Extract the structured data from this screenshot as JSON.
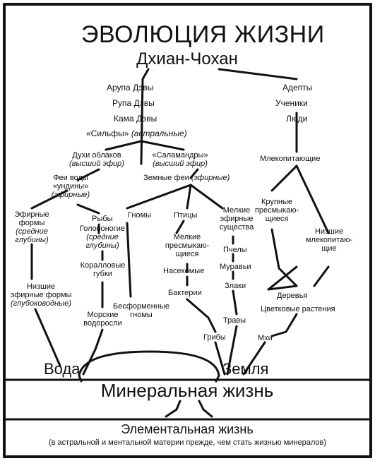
{
  "title": "ЭВОЛЮЦИЯ ЖИЗНИ",
  "root": "Дхиан-Чохан",
  "left_ranks": [
    {
      "name": "Арупа",
      "kind": "Дэвы"
    },
    {
      "name": "Рупа",
      "kind": "Дэвы"
    },
    {
      "name": "Кама",
      "kind": "Дэвы"
    }
  ],
  "sylphs": {
    "name": "«Сильфы»",
    "note": "(астральные)"
  },
  "cloud_spirits": {
    "name": "Духи облаков",
    "note": "(высший эфир)"
  },
  "salamanders": {
    "name": "«Саламандры»",
    "note": "(высший эфир)"
  },
  "earth_fairies": {
    "name": "Земные феи",
    "note": "(эфирные)"
  },
  "water_fairies": {
    "line1": "Феи воды",
    "line2": "«ундины»",
    "note": "(эфирные)"
  },
  "etheric_forms": {
    "line1": "Эфирные",
    "line2": "формы",
    "note1": "(средние",
    "note2": "глубины)"
  },
  "lower_etheric": {
    "line1": "Низшие",
    "line2": "эфирные формы",
    "note": "(глубоководные)"
  },
  "fish": "Рыбы",
  "cephalopods": {
    "name": "Головоногие",
    "note1": "(средние",
    "note2": "глубины)"
  },
  "corals": {
    "line1": "Коралловые",
    "line2": "губки"
  },
  "seaweed": {
    "line1": "Морские",
    "line2": "водоросли"
  },
  "gnomes": "Гномы",
  "formless_gnomes": {
    "line1": "Бесформенные",
    "line2": "гномы"
  },
  "birds": "Птицы",
  "small_reptiles": {
    "line1": "Мелкие",
    "line2": "пресмыкаю-",
    "line3": "щиеся"
  },
  "insects": "Насекомые",
  "bacteria": "Бактерии",
  "fungi": "Грибы",
  "small_etheric": {
    "line1": "Мелкие",
    "line2": "эфирные",
    "line3": "существа"
  },
  "bees": "Пчелы",
  "ants": "Муравьи",
  "grains": "Злаки",
  "grasses": "Травы",
  "right_chain": [
    "Адепты",
    "Ученики",
    "Люди"
  ],
  "mammals": "Млекопитающие",
  "large_reptiles": {
    "line1": "Крупные",
    "line2": "пресмыкаю-",
    "line3": "щиеся"
  },
  "lower_mammals": {
    "line1": "Низшие",
    "line2": "млекопитаю-",
    "line3": "щие"
  },
  "trees": "Деревья",
  "flowering": "Цветковые растения",
  "mosses": "Мхи",
  "water": "Вода",
  "earth": "Земля",
  "mineral_life": "Минеральная жизнь",
  "elemental_life": "Элементальная жизнь",
  "elemental_note": "(в астральной и ментальной материи прежде, чем стать жизнью минералов)"
}
